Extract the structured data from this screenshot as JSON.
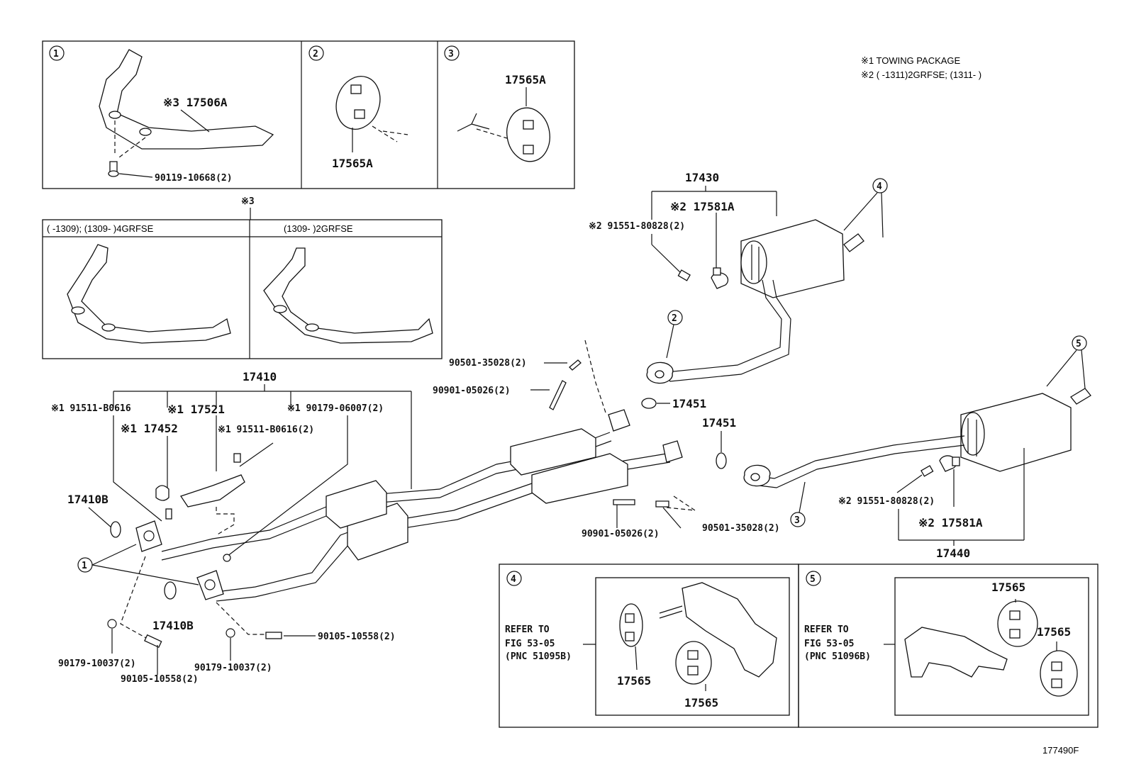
{
  "legend": {
    "note1": "※1  TOWING PACKAGE",
    "note2": "※2 (       -1311)2GRFSE; (1311-       )"
  },
  "inset_top": {
    "panel1": {
      "num": "1",
      "part_main": "※3 17506A",
      "part_bolt": "90119-10668(2)"
    },
    "panel2": {
      "num": "2",
      "part": "17565A"
    },
    "panel3": {
      "num": "3",
      "part": "17565A"
    }
  },
  "variant_box": {
    "ref_mark": "※3",
    "left_header": "(       -1309); (1309-         )4GRFSE",
    "right_header": "(1309-         )2GRFSE"
  },
  "main": {
    "front_pipe": "17410",
    "p_91511_a": "※1 91511-B0616",
    "p_17521": "※1 17521",
    "p_90179_06007": "※1 90179-06007(2)",
    "p_17452": "※1 17452",
    "p_91511_b": "※1  91511-B0616(2)",
    "gasket_17410b_1": "17410B",
    "gasket_17410b_2": "17410B",
    "p_90179_10037_a": "90179-10037(2)",
    "p_90105_10558_a": "90105-10558(2)",
    "p_90179_10037_b": "90179-10037(2)",
    "p_90105_10558_b": "90105-10558(2)",
    "p_90501_top": "90501-35028(2)",
    "p_90901_top": "90901-05026(2)",
    "p_90901_bottom": "90901-05026(2)",
    "p_90501_bottom": "90501-35028(2)",
    "gasket_17451_a": "17451",
    "gasket_17451_b": "17451",
    "muffler_upper": "17430",
    "p_17581a_upper": "※2  17581A",
    "p_91551_upper": "※2  91551-80828(2)",
    "muffler_lower": "17440",
    "p_91551_lower": "※2  91551-80828(2)",
    "p_17581a_lower": "※2  17581A",
    "callouts": [
      "1",
      "2",
      "3",
      "4",
      "5"
    ]
  },
  "bottom_boxes": {
    "box4": {
      "num": "4",
      "refer": "REFER TO",
      "fig": "FIG 53-05",
      "pnc": "(PNC 51095B)",
      "part_a": "17565",
      "part_b": "17565"
    },
    "box5": {
      "num": "5",
      "refer": "REFER TO",
      "fig": "FIG 53-05",
      "pnc": "(PNC 51096B)",
      "part_a": "17565",
      "part_b": "17565"
    }
  },
  "figure_id": "177490F"
}
